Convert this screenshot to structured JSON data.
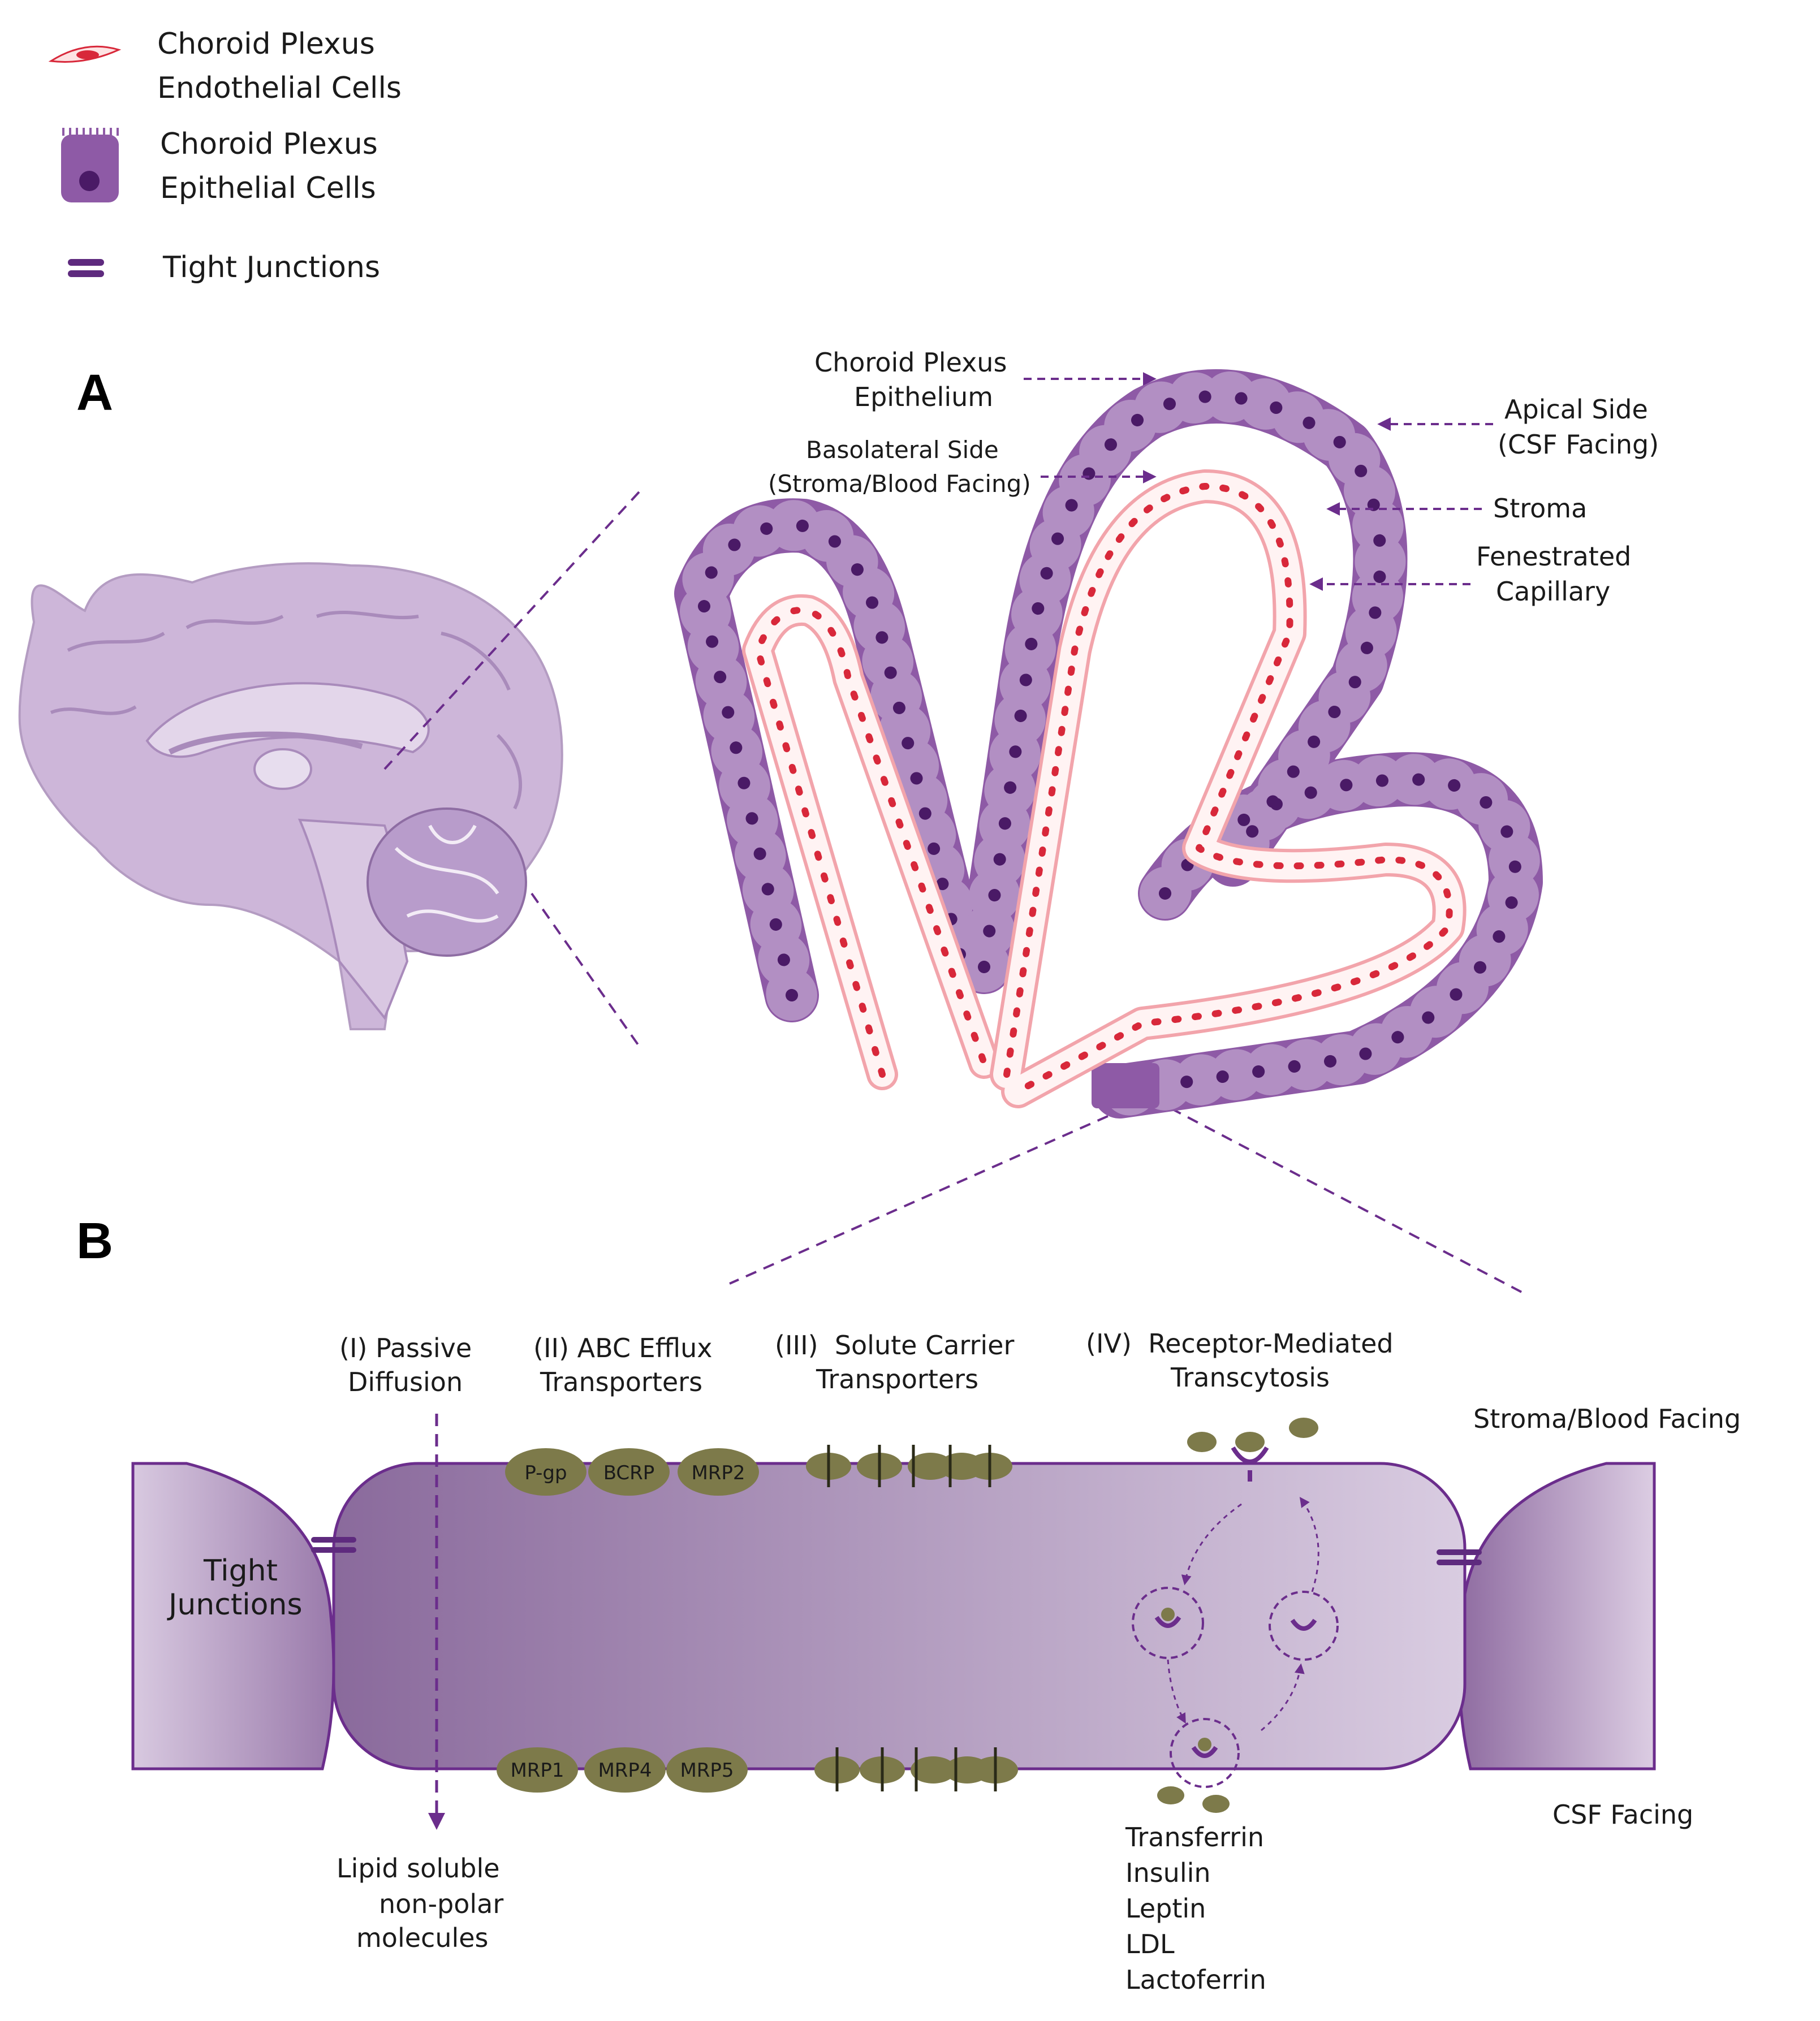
{
  "legend": {
    "endothelial": [
      "Choroid Plexus",
      "Endothelial Cells"
    ],
    "epithelial": [
      "Choroid Plexus",
      "Epithelial Cells"
    ],
    "tight_junctions": "Tight Junctions"
  },
  "panel_a": {
    "letter": "A",
    "labels": {
      "epithelium": [
        "Choroid Plexus",
        "Epithelium"
      ],
      "apical": [
        "Apical Side",
        "(CSF Facing)"
      ],
      "basolateral": [
        "Basolateral Side",
        "(Stroma/Blood Facing)"
      ],
      "stroma": "Stroma",
      "capillary": [
        "Fenestrated",
        "Capillary"
      ]
    }
  },
  "panel_b": {
    "letter": "B",
    "routes": {
      "passive": [
        "(I) Passive",
        "Diffusion"
      ],
      "abc": [
        "(II) ABC Efflux",
        "Transporters"
      ],
      "slc": [
        "(III)  Solute Carrier",
        "Transporters"
      ],
      "rmt": [
        "(IV)  Receptor-Mediated",
        "Transcytosis"
      ]
    },
    "top_transporters": [
      "P-gp",
      "BCRP",
      "MRP2"
    ],
    "bottom_transporters": [
      "MRP1",
      "MRP4",
      "MRP5"
    ],
    "tight_junctions": [
      "Tight",
      "Junctions"
    ],
    "stroma_side": "Stroma/Blood Facing",
    "csf_side": "CSF Facing",
    "lipid": [
      "Lipid soluble",
      "non-polar",
      "molecules"
    ],
    "ligands": [
      "Transferrin",
      "Insulin",
      "Leptin",
      "LDL",
      "Lactoferrin"
    ]
  },
  "colors": {
    "purple_dark": "#5e2a7e",
    "epithelium": "#8e5aa6",
    "transporter": "#7d7a4a",
    "rbc": "#d8283a",
    "brain": "#cdb6d9"
  }
}
